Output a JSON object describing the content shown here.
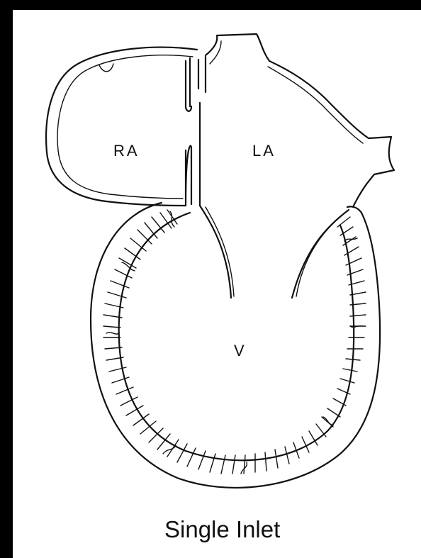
{
  "labels": {
    "right_atrium": "RA",
    "left_atrium": "LA",
    "ventricle": "V"
  },
  "caption": "Single Inlet"
}
